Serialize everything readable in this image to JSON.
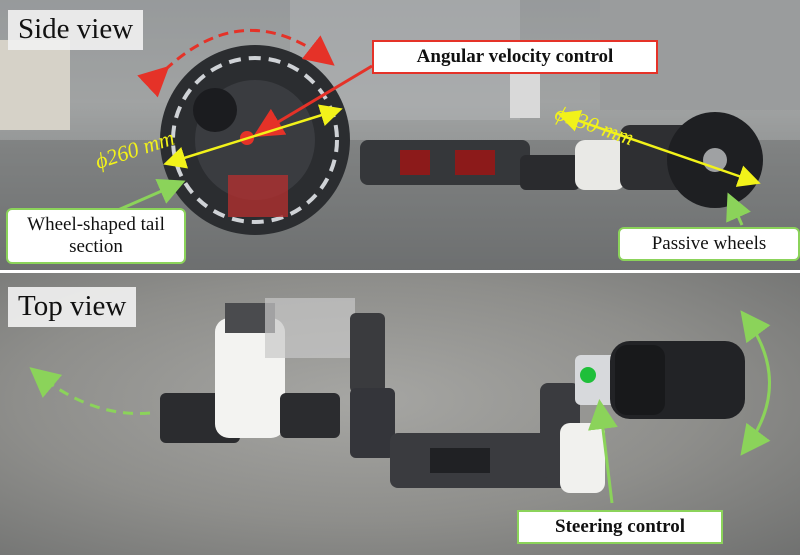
{
  "side_panel": {
    "title": "Side view",
    "angular_label": "Angular velocity control",
    "tail_label": "Wheel-shaped tail section",
    "wheels_label": "Passive wheels",
    "dim_large": "ϕ260 mm",
    "dim_small": "ϕ130 mm"
  },
  "top_panel": {
    "title": "Top view",
    "steering_label": "Steering control"
  },
  "colors": {
    "red_arrow": "#e53228",
    "yellow_dimension": "#f2f21a",
    "green_arrow": "#8bd35a",
    "green_dot": "#1fbf3a"
  }
}
